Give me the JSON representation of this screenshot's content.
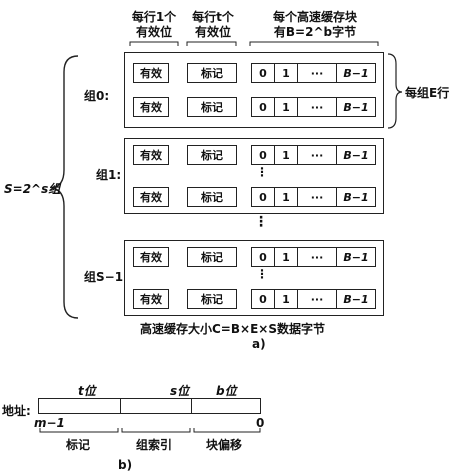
{
  "headers": {
    "valid_bit": "每行1个\n有效位",
    "tag_bits": "每行t个\n有效位",
    "block_line1": "每个高速缓存块",
    "block_line2": "有B=2^b字节"
  },
  "row_cells": {
    "valid": "有效",
    "tag": "标记",
    "b0": "0",
    "b1": "1",
    "dots": "···",
    "blast": "B−1"
  },
  "sets": [
    {
      "label": "组0:"
    },
    {
      "label": "组1:"
    },
    {
      "label": "组S−1:"
    }
  ],
  "vertical_ellipsis": "⋮",
  "lines_per_set": "每组E行",
  "set_count": "S=2^s组",
  "cache_size": "高速缓存大小C=B×E×S数据字节",
  "caption_a": "a)",
  "address": {
    "label": "地址:",
    "t_bits": "t位",
    "s_bits": "s位",
    "b_bits": "b位",
    "m_minus_1": "m−1",
    "zero": "0",
    "tag": "标记",
    "set_index": "组索引",
    "block_offset": "块偏移"
  },
  "caption_b": "b)"
}
